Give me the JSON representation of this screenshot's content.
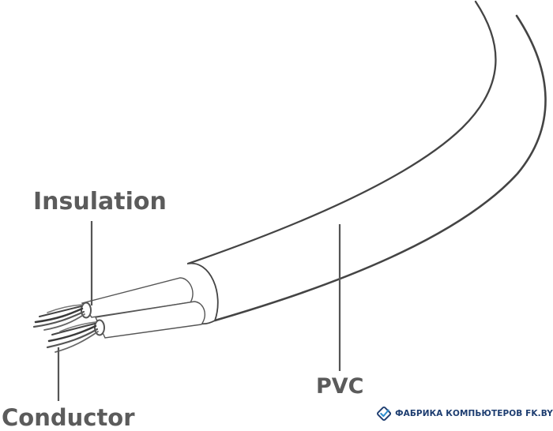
{
  "labels": {
    "insulation": "Insulation",
    "pvc": "PVC",
    "conductor": "Conductor"
  },
  "watermark": {
    "text": "ФАБРИКА КОМПЬЮТЕРОВ FK.BY",
    "icon": "diamond-check-logo-icon"
  },
  "colors": {
    "label": "#5b5b5b",
    "outline": "#444444",
    "watermark": "#1d3d70"
  }
}
